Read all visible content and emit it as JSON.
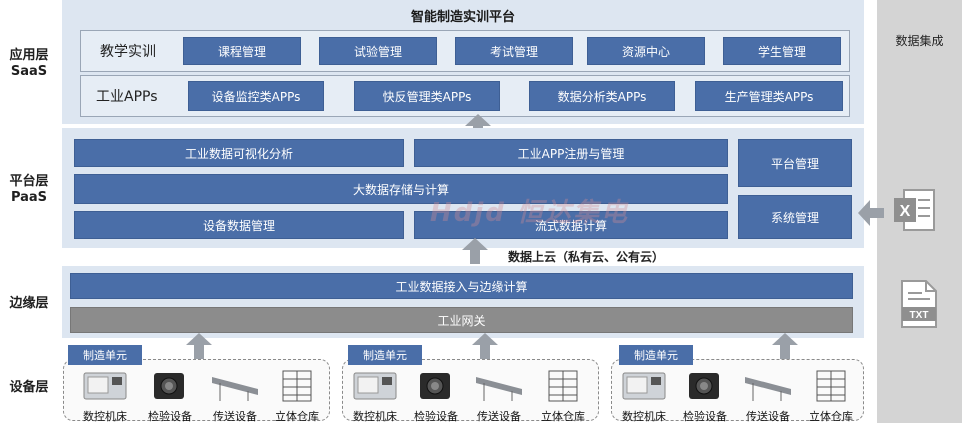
{
  "side": {
    "title": "数据集成"
  },
  "tiers": {
    "saas": {
      "line1": "应用层",
      "line2": "SaaS"
    },
    "paas": {
      "line1": "平台层",
      "line2": "PaaS"
    },
    "edge": {
      "line1": "边缘层"
    },
    "device": {
      "line1": "设备层"
    }
  },
  "saas": {
    "title": "智能制造实训平台",
    "teaching": {
      "label": "教学实训",
      "items": [
        "课程管理",
        "试验管理",
        "考试管理",
        "资源中心",
        "学生管理"
      ]
    },
    "apps": {
      "label": "工业APPs",
      "items": [
        "设备监控类APPs",
        "快反管理类APPs",
        "数据分析类APPs",
        "生产管理类APPs"
      ]
    }
  },
  "paas": {
    "visual": "工业数据可视化分析",
    "app_reg": "工业APP注册与管理",
    "bigdata": "大数据存储与计算",
    "device_data": "设备数据管理",
    "stream": "流式数据计算",
    "platform_mgmt": "平台管理",
    "system_mgmt": "系统管理"
  },
  "cloud_label": "数据上云（私有云、公有云）",
  "edge": {
    "access": "工业数据接入与边缘计算",
    "gateway": "工业网关"
  },
  "units": [
    {
      "tag": "制造单元",
      "equip": [
        "数控机床",
        "检验设备",
        "传送设备",
        "立体仓库"
      ]
    },
    {
      "tag": "制造单元",
      "equip": [
        "数控机床",
        "检验设备",
        "传送设备",
        "立体仓库"
      ]
    },
    {
      "tag": "制造单元",
      "equip": [
        "数控机床",
        "检验设备",
        "传送设备",
        "立体仓库"
      ]
    }
  ],
  "file_icons": {
    "excel_letter": "X",
    "txt_text": "TXT"
  },
  "watermark": "Hdjd 恒达集电",
  "colors": {
    "box_blue": "#4a6ea8",
    "band_bg": "#dde6f1",
    "side_bg": "#d4d4d4",
    "gateway_gray": "#8c8c8c"
  }
}
